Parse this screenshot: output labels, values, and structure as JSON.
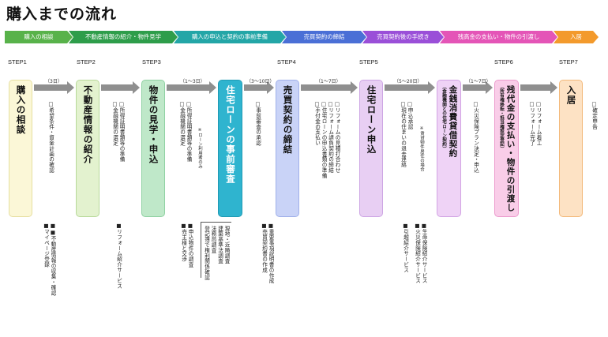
{
  "title": "購入までの流れ",
  "phases": [
    {
      "label": "購入の相談",
      "color": "#58b24a"
    },
    {
      "label": "不動産情報の紹介・物件見学",
      "color": "#2e9d4a"
    },
    {
      "label": "購入の申込と契約の事前準備",
      "color": "#23a6a7"
    },
    {
      "label": "売買契約の締結",
      "color": "#4a6fd6"
    },
    {
      "label": "売買契約後の手続き",
      "color": "#9a4fd8"
    },
    {
      "label": "残高金の支払い・物件の引渡し",
      "color": "#e455b7"
    },
    {
      "label": "入居",
      "color": "#f39a2c"
    }
  ],
  "steps": [
    "STEP1",
    "STEP2",
    "STEP3",
    "STEP4",
    "STEP5",
    "STEP6",
    "STEP7"
  ],
  "boxes": {
    "b1": "購入の相談",
    "b2": "不動産情報の紹介",
    "b3": "物件の見学・申込",
    "b4": "住宅ローンの事前審査",
    "b5": "売買契約の締結",
    "b6": "住宅ローン申込",
    "b7": "金銭消費貸借契約",
    "b7sub": "（金融機関との住宅ローン契約）",
    "b8": "残代金の支払い・物件の引渡し",
    "b8sub": "（所有権移転・抵当権設定登記）",
    "b9": "入居"
  },
  "durations": [
    "（3日）",
    "（1〜3日）",
    "（3〜10日）",
    "（1〜7日）",
    "（5〜20日）",
    "（1〜7日）"
  ],
  "notes": {
    "n1": [
      "□希望条件・資金計画の確認"
    ],
    "n1b": [
      "■■不動産情報の収集・確認",
      "■マイページ登録"
    ],
    "n2": [
      "□所得証明書類等の準備",
      "□金融機関の選定"
    ],
    "n2b": [
      "■リフォーム紹介サービス"
    ],
    "n3": [
      "□所得証明書類等の準備",
      "□金融機関の選定"
    ],
    "n3s": "※ローン利用者のみ",
    "n3b": [
      "■申込物件の調査",
      "■売主様と交渉"
    ],
    "n3c": [
      "現地・近隣調査",
      "建築基準法調査",
      "法務局調査",
      "登記簿で権利関係確認"
    ],
    "n4": [
      "□事前審査の承認"
    ],
    "n4b": [
      "■重要事項説明書の作成",
      "■売買契約書の作成"
    ],
    "n5": [
      "□リフォームの見積打合わせ",
      "□リフォーム請負契約の締結",
      "□住宅ローンの申込書類の準備",
      "□手付金の支払い"
    ],
    "n6": [
      "□申込承認",
      "□現在の住まいの退去連絡"
    ],
    "n6s": "※賃貸物件居住の場合",
    "n6b": [
      "■引越紹介サービス"
    ],
    "n6c": [
      "■生命保険紹介サービス",
      "■火災保険紹介サービス"
    ],
    "n7": [
      "□火災保険プラン決定・申込"
    ],
    "n8": [
      "□リフォーム着工",
      "□リフォーム完了"
    ],
    "n9": [
      "□確定申告"
    ]
  }
}
